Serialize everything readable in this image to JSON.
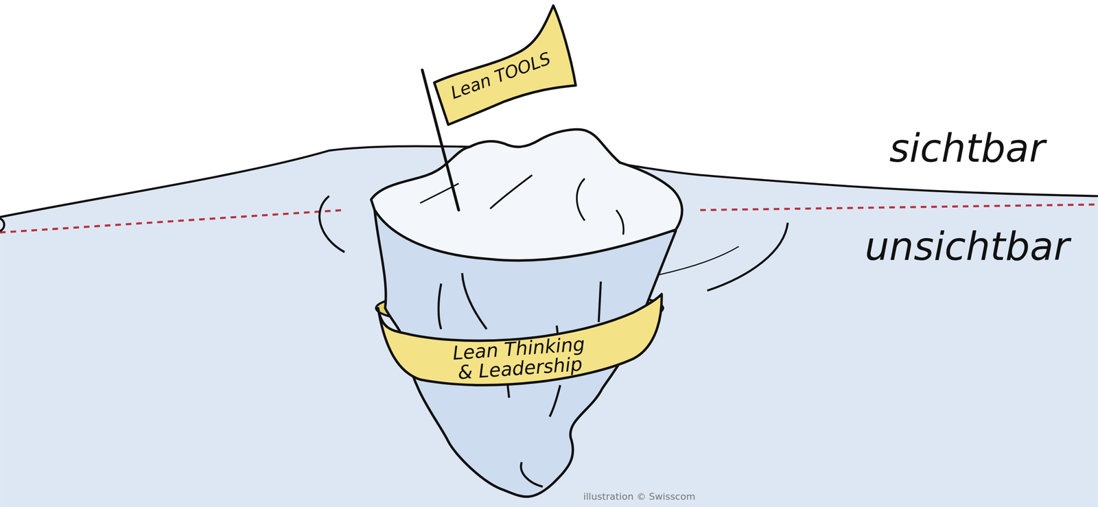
{
  "diagram": {
    "nodes": [
      {
        "text": [
          "Lean TOOLS"
        ]
      },
      {
        "text": [
          "Lean Thinking & Leadership"
        ]
      }
    ],
    "labels": [
      "sichtbar",
      "unsichtbar",
      "illustration © Swisscom"
    ]
  }
}
